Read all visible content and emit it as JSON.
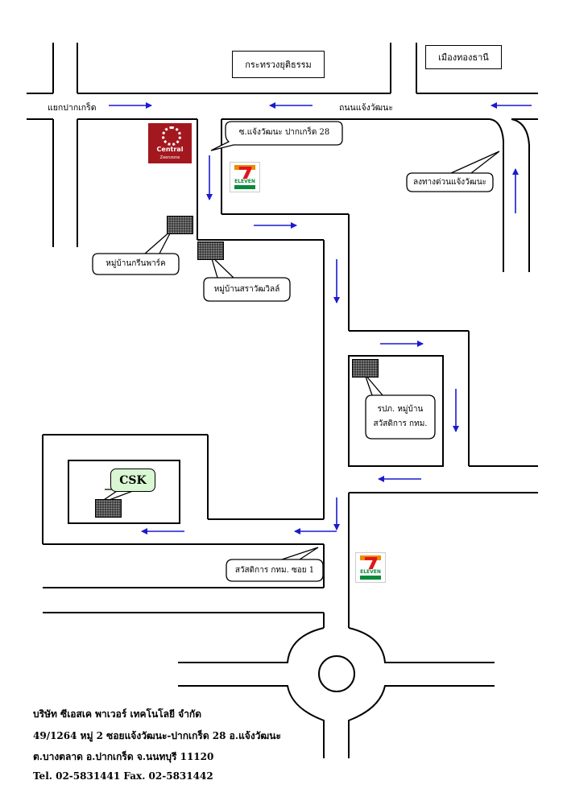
{
  "labels": {
    "ministry": "กระทรวงยุติธรรม",
    "muang_thong": "เมืองทองธานี",
    "pak_kret_junction": "แยกปากเกร็ด",
    "chaeng_watthana_road": "ถนนแจ้งวัฒนะ"
  },
  "callouts": {
    "soi_chaeng": "ซ.แจ้งวัฒนะ   ปากเกร็ด 28",
    "expressway": "ลงทางด่วนแจ้งวัฒนะ",
    "green_park": "หมู่บ้านกรีนพาร์ค",
    "sarawadi": "หมู่บ้านสราวัฒวิลล์",
    "office_line1": "รปภ. หมู่บ้าน",
    "office_line2": "สวัสดิการ กทม.",
    "swasdikan_soi": "สวัสดิการ กทม. ซอย 1",
    "csk": "CSK"
  },
  "logos": {
    "central_name": "Central",
    "central_zone": "Zeenzone",
    "seven_eleven": "ELEVEN"
  },
  "footer": {
    "company": "บริษัท ซีเอสเค พาเวอร์ เทคโนโลยี จำกัด",
    "address1": "49/1264  หมู่ 2 ซอยแจ้งวัฒนะ-ปากเกร็ด 28 อ.แจ้งวัฒนะ",
    "address2": "ต.บางตลาด อ.ปากเกร็ด จ.นนทบุรี 11120",
    "contact": "Tel. 02-5831441   Fax. 02-5831442"
  },
  "colors": {
    "arrow": "#1a1ad0",
    "csk_bubble": "#d9f7d2",
    "central_brand": "#a3181e"
  }
}
